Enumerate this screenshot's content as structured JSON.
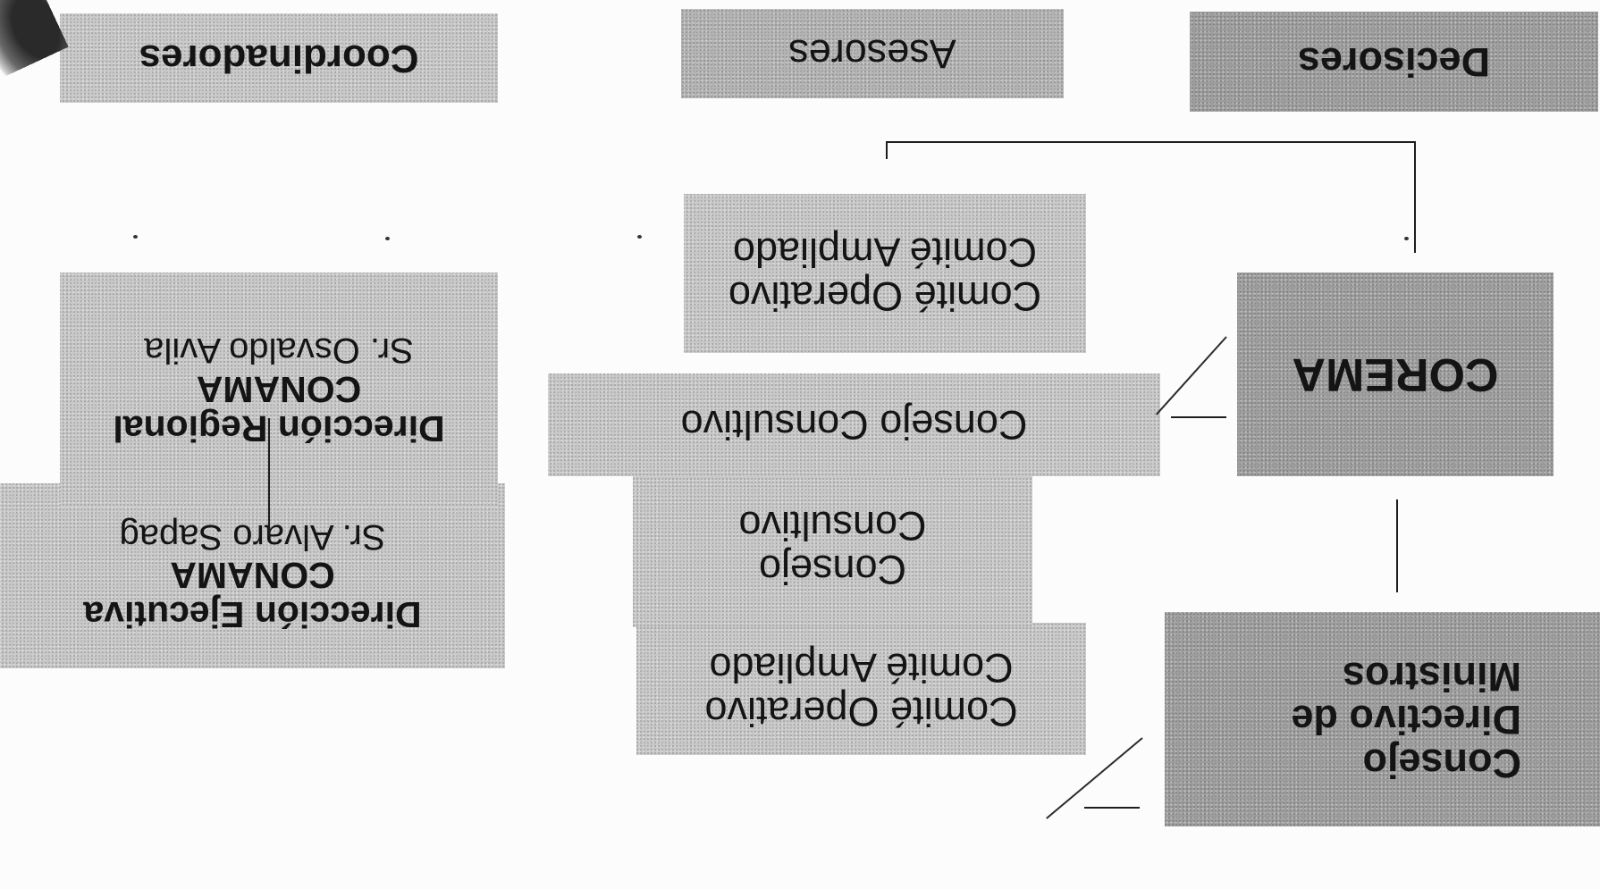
{
  "columns": {
    "decisores": "Decisores",
    "asesores": "Asesores",
    "coordinadores": "Coordinadores"
  },
  "nodes": {
    "consejo_directivo": [
      "Consejo",
      "Directivo de",
      "Ministros"
    ],
    "corema": "COREMA",
    "comite_operativo_ampliado_top": [
      "Comité Operativo",
      "Comité Ampliado"
    ],
    "consejo_consultivo_top": [
      "Consejo",
      "Consultivo"
    ],
    "consejo_consultivo_mid": "Consejo Consultivo",
    "comite_operativo_ampliado_mid": [
      "Comité Operativo",
      "Comité Ampliado"
    ],
    "direccion_ejecutiva": {
      "line1": "Dirección Ejecutiva",
      "line2": "CONAMA",
      "line3": "Sr. Alvaro Sapag"
    },
    "direccion_regional": {
      "line1": "Dirección Regional",
      "line2": "CONAMA",
      "line3": "Sr. Osvaldo Avila"
    }
  }
}
